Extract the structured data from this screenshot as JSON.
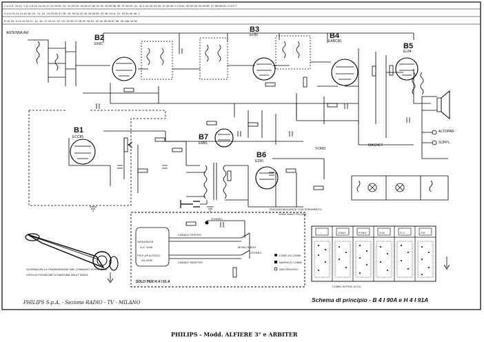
{
  "top_scale": {
    "row_c": "C  4·4·5· 10·11· 7·8· 9·8·10·14·15·17·21·23·26· 24· 22·29·33· 34·26·27·30·31·32· 34·35·36·36· 37·38·40· 41· 42·1·44·46·43·45· 47·48·49·2·3·5·51· 50·52·53·54·55·56· 57·58·59·60· 6·4·5·7·",
    "row_s": "S  3·8·13·10·14·15·18· 20· 21· 22· 24·25·26·27·28· 29· 30·31·32·33·34·35·36· 37·38·4·5·6· 19· 33·34·35·36· 2",
    "row_r": "R  15·16· 9·14·15·16·11· 12· 18· 17·20·21· 22· 23· 24·26·27·28·29· 30·31· 32·34·35·36·37·38· 33·33a·34·35·"
  },
  "tubes": [
    {
      "label": "B1",
      "type": "ECC85"
    },
    {
      "label": "B2",
      "type": "EK81"
    },
    {
      "label": "B3",
      "type": "EF89"
    },
    {
      "label": "B4",
      "type": "EABC80"
    },
    {
      "label": "B5",
      "type": "EL84"
    },
    {
      "label": "B6",
      "type": "EZ80"
    },
    {
      "label": "B7",
      "type": "EM81"
    }
  ],
  "labels": {
    "antenna": "ANTENNA AM",
    "fono": "FONO",
    "magnet": "MAGNET",
    "altopar": "ALTOPAR.",
    "suppl": "SUPPL.",
    "stereo": "STEREO",
    "canale_centro": "CANALE CENTRO",
    "canale_sinistro": "CANALE SINISTRO",
    "giradischi": "GIRADISCHI",
    "ag_2005": "A.G. 2005",
    "pickup_1": "PICK-UP AI SOCC.",
    "pickup_2": "AG 2005",
    "mono_radio": "MONO RADIO",
    "stereo_sw": "STEREO",
    "solo_per": "SOLO PER H 4 I 91 A",
    "tensioni_1": "TENSIONI MISURATE CON STRUMENTO",
    "tensioni_2": "20000 ohm/V FM (AM)",
    "legend_comm": "CONT. DI COMM.",
    "legend_barra": "BARRA DI COMM.",
    "legend_ancor": "ANCORAGGIO",
    "comm_note": "COMM. IN POS. DI OC",
    "dial_note_1": "SCHEMA DELLA TRASMISSIONE DEL COMANDO DI SINTONIA",
    "dial_note_2": "VISTA IN POSIZIONE DI MASSIMA INDUTTANZA"
  },
  "switch_table": {
    "headers": [
      "~",
      "TONO",
      "FONO",
      "O.M.",
      "O.C.",
      "F.M."
    ]
  },
  "brand_footer": "PHILIPS  S.p.A. - Sezione RADIO - TV - MILANO",
  "schema_title": "Schema di principio - B 4 I 90A e H 4 I 91A",
  "bottom_title": "PHILIPS - Modd. ALFIERE 3° e ARBITER"
}
